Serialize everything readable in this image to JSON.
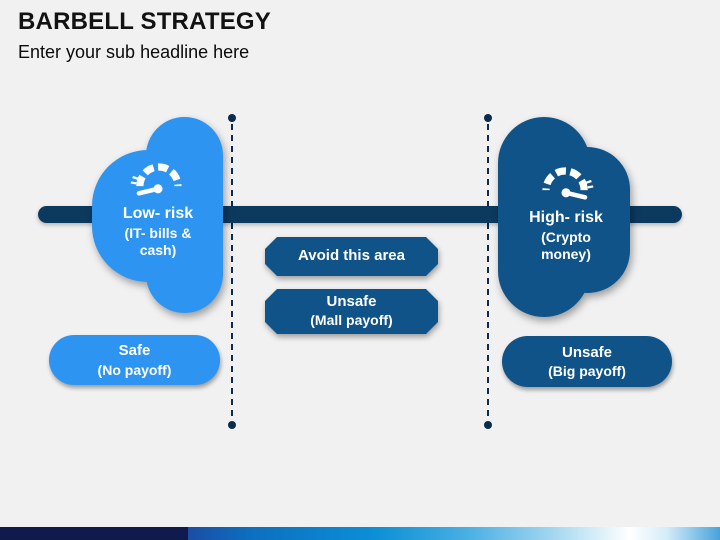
{
  "header": {
    "title": "BARBELL STRATEGY",
    "subtitle": "Enter your sub headline here"
  },
  "colors": {
    "background": "#f1f1f2",
    "title_text": "#121212",
    "light_blue": "#2e94f2",
    "dark_blue": "#0f5389",
    "bar_navy": "#0c3a5e",
    "dash_navy": "#0d2b4b",
    "footer_navy": "#111a4d",
    "text_on_shape": "#ffffff"
  },
  "barbell": {
    "low_node": {
      "icon": "speedometer-low-icon",
      "label": "Low- risk",
      "sub_line1": "(IT- bills &",
      "sub_line2": "cash)"
    },
    "high_node": {
      "icon": "speedometer-high-icon",
      "label": "High- risk",
      "sub_line1": "(Crypto",
      "sub_line2": "money)"
    }
  },
  "middle": {
    "avoid_label": "Avoid this area",
    "unsafe_label": "Unsafe",
    "unsafe_sub": "(Mall payoff)"
  },
  "bottom": {
    "safe_label": "Safe",
    "safe_sub": "(No payoff)",
    "unsafe_label": "Unsafe",
    "unsafe_sub": "(Big payoff)"
  }
}
